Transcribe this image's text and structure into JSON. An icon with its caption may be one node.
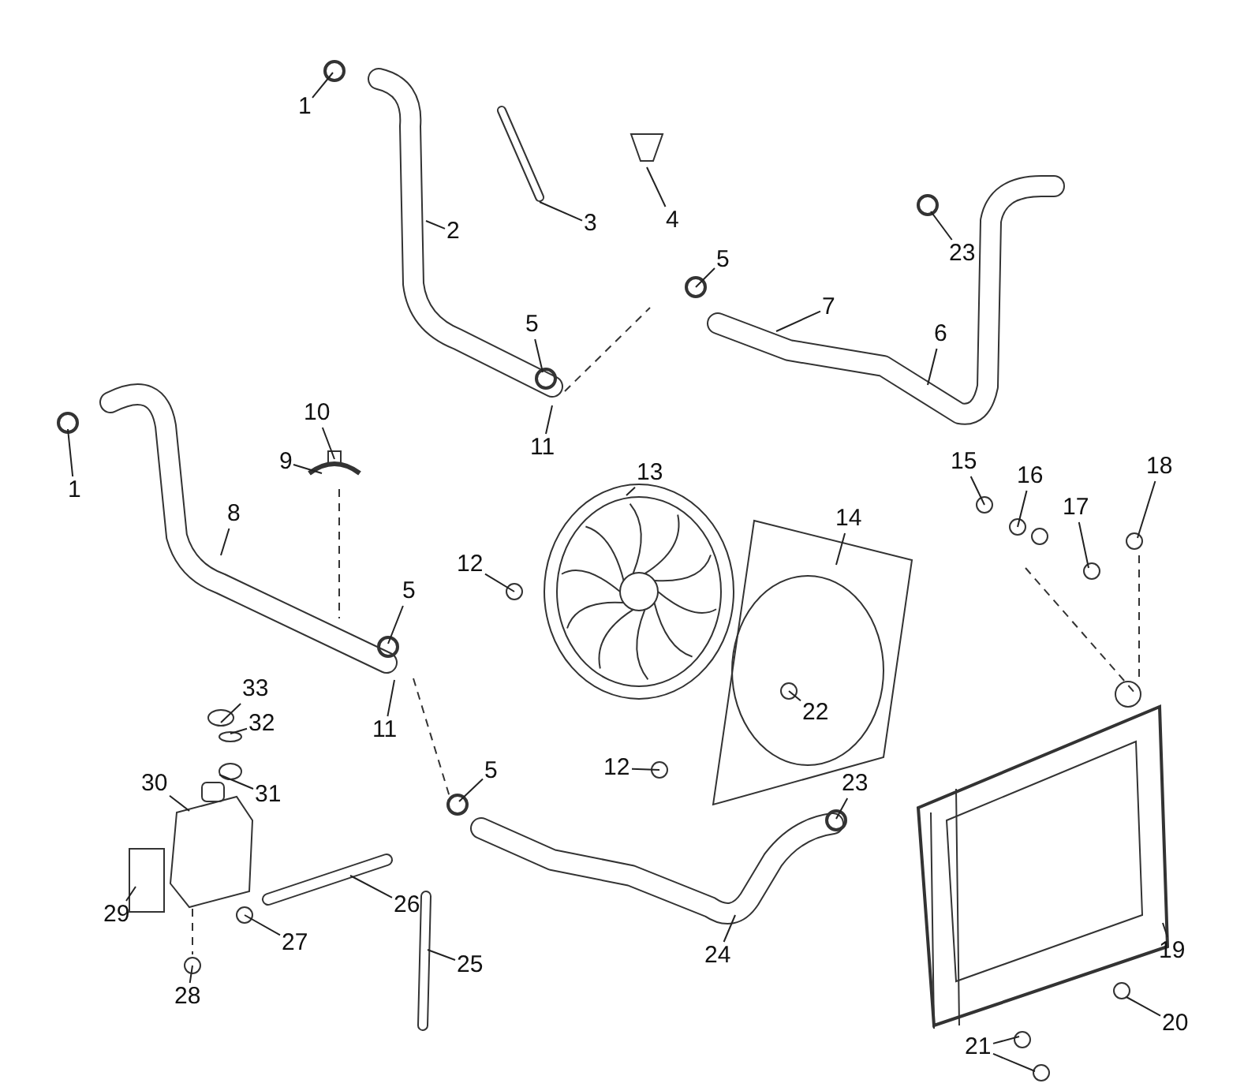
{
  "diagram": {
    "nodes": [
      {
        "text": [
          "1"
        ]
      },
      {
        "text": [
          "2"
        ]
      },
      {
        "text": [
          "3"
        ]
      },
      {
        "text": [
          "4"
        ]
      },
      {
        "text": [
          "5"
        ]
      },
      {
        "text": [
          "23"
        ]
      },
      {
        "text": [
          "7"
        ]
      },
      {
        "text": [
          "6"
        ]
      },
      {
        "text": [
          "5"
        ]
      },
      {
        "text": [
          "11"
        ]
      },
      {
        "text": [
          "10"
        ]
      },
      {
        "text": [
          "1"
        ]
      },
      {
        "text": [
          "9"
        ]
      },
      {
        "text": [
          "15"
        ]
      },
      {
        "text": [
          "16"
        ]
      },
      {
        "text": [
          "18"
        ]
      },
      {
        "text": [
          "13"
        ]
      },
      {
        "text": [
          "8"
        ]
      },
      {
        "text": [
          "17"
        ]
      },
      {
        "text": [
          "14"
        ]
      },
      {
        "text": [
          "12"
        ]
      },
      {
        "text": [
          "5"
        ]
      },
      {
        "text": [
          "33"
        ]
      },
      {
        "text": [
          "22"
        ]
      },
      {
        "text": [
          "11"
        ]
      },
      {
        "text": [
          "32"
        ]
      },
      {
        "text": [
          "31"
        ]
      },
      {
        "text": [
          "12"
        ]
      },
      {
        "text": [
          "5"
        ]
      },
      {
        "text": [
          "30"
        ]
      },
      {
        "text": [
          "23"
        ]
      },
      {
        "text": [
          "26"
        ]
      },
      {
        "text": [
          "29"
        ]
      },
      {
        "text": [
          "27"
        ]
      },
      {
        "text": [
          "19"
        ]
      },
      {
        "text": [
          "25"
        ]
      },
      {
        "text": [
          "24"
        ]
      },
      {
        "text": [
          "28"
        ]
      },
      {
        "text": [
          "20"
        ]
      },
      {
        "text": [
          "21"
        ]
      }
    ],
    "edges": [
      {
        "from": 0,
        "to": null,
        "arrow": "none"
      },
      {
        "from": 1,
        "to": null,
        "arrow": "none"
      },
      {
        "from": 2,
        "to": null,
        "arrow": "none"
      },
      {
        "from": 3,
        "to": null,
        "arrow": "none"
      },
      {
        "from": 4,
        "to": null,
        "arrow": "none"
      },
      {
        "from": 5,
        "to": null,
        "arrow": "none"
      },
      {
        "from": 6,
        "to": null,
        "arrow": "none"
      },
      {
        "from": 7,
        "to": null,
        "arrow": "none"
      },
      {
        "from": 8,
        "to": null,
        "arrow": "none"
      },
      {
        "from": 9,
        "to": null,
        "arrow": "none"
      },
      {
        "from": 10,
        "to": null,
        "arrow": "none"
      },
      {
        "from": 11,
        "to": null,
        "arrow": "none"
      },
      {
        "from": 12,
        "to": null,
        "arrow": "none"
      },
      {
        "from": 13,
        "to": null,
        "arrow": "none"
      },
      {
        "from": 14,
        "to": null,
        "arrow": "none"
      },
      {
        "from": 15,
        "to": null,
        "arrow": "none"
      },
      {
        "from": 16,
        "to": null,
        "arrow": "none"
      },
      {
        "from": 17,
        "to": null,
        "arrow": "none"
      },
      {
        "from": 18,
        "to": null,
        "arrow": "none"
      },
      {
        "from": 19,
        "to": null,
        "arrow": "none"
      },
      {
        "from": 20,
        "to": null,
        "arrow": "none"
      },
      {
        "from": 21,
        "to": null,
        "arrow": "none"
      },
      {
        "from": 22,
        "to": null,
        "arrow": "none"
      },
      {
        "from": 23,
        "to": null,
        "arrow": "none"
      },
      {
        "from": 24,
        "to": null,
        "arrow": "none"
      },
      {
        "from": 25,
        "to": null,
        "arrow": "none"
      },
      {
        "from": 26,
        "to": null,
        "arrow": "none"
      },
      {
        "from": 27,
        "to": null,
        "arrow": "none"
      },
      {
        "from": 28,
        "to": null,
        "arrow": "none"
      },
      {
        "from": 29,
        "to": null,
        "arrow": "none"
      },
      {
        "from": 30,
        "to": null,
        "arrow": "none"
      },
      {
        "from": 31,
        "to": null,
        "arrow": "none"
      },
      {
        "from": 32,
        "to": null,
        "arrow": "none"
      },
      {
        "from": 33,
        "to": null,
        "arrow": "none"
      },
      {
        "from": 34,
        "to": null,
        "arrow": "none"
      },
      {
        "from": 35,
        "to": null,
        "arrow": "none"
      },
      {
        "from": 36,
        "to": null,
        "arrow": "none"
      },
      {
        "from": 37,
        "to": null,
        "arrow": "none"
      },
      {
        "from": 38,
        "to": null,
        "arrow": "none"
      },
      {
        "from": 39,
        "to": null,
        "arrow": "none"
      },
      {
        "from": 39,
        "to": null,
        "arrow": "none"
      }
    ]
  }
}
